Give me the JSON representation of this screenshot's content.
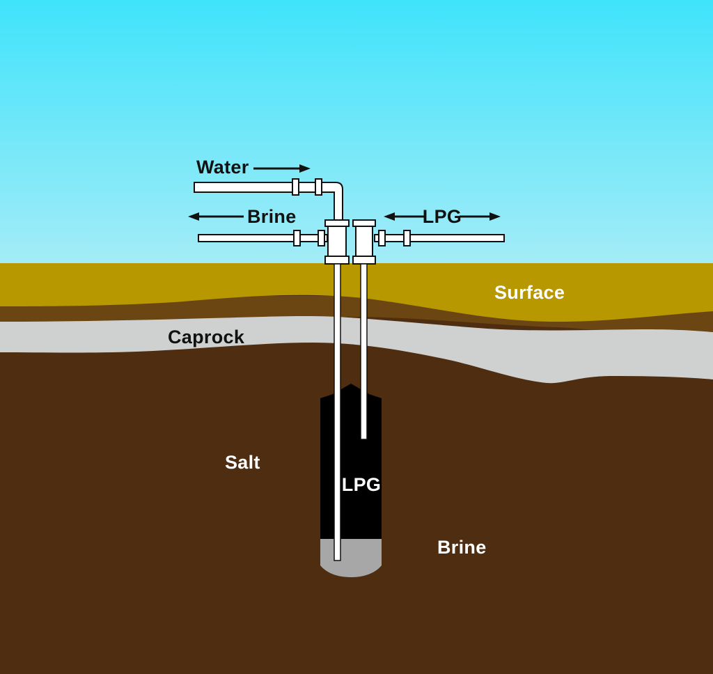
{
  "diagram": {
    "labels": {
      "water": "Water",
      "brine_pipe": "Brine",
      "lpg_pipe": "LPG",
      "surface": "Surface",
      "caprock": "Caprock",
      "salt": "Salt",
      "lpg_cavern": "LPG",
      "brine_zone": "Brine"
    },
    "colors": {
      "sky_top": "#3fe3fb",
      "sky_bottom": "#a5ecf7",
      "surface": "#b89800",
      "dark_soil": "#6b4512",
      "caprock": "#cfd0d0",
      "salt": "#4f2d10",
      "cavern_lpg": "#000000",
      "cavern_brine": "#a7a7a7",
      "pipe": "#ffffff",
      "label_dark": "#111111",
      "label_light": "#ffffff"
    }
  }
}
